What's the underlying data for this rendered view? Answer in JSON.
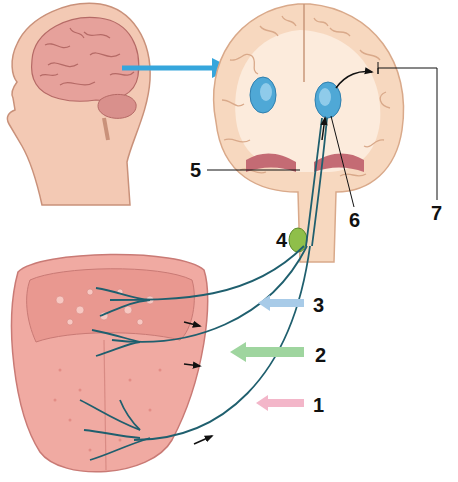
{
  "diagram": {
    "labels": [
      "5",
      "6",
      "7",
      "4",
      "3",
      "2",
      "1"
    ]
  }
}
